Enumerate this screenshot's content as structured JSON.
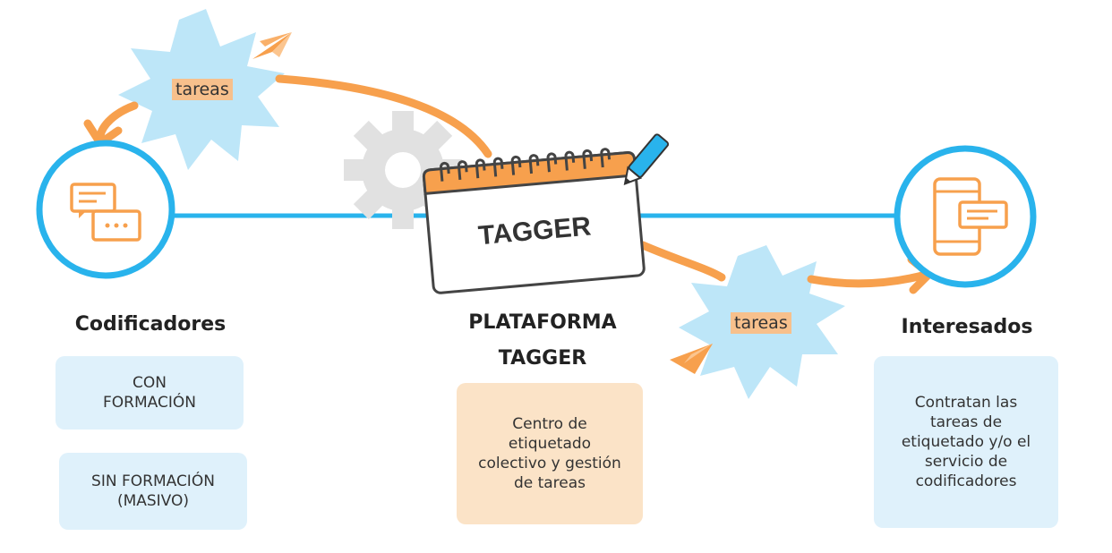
{
  "colors": {
    "blue": "#29b3ec",
    "orange": "#f7a04d",
    "light_blue": "#bde6f8",
    "box_blue": "#dff1fb",
    "box_orange": "#fbe3c7",
    "gear": "#e1e1e1"
  },
  "left_node": {
    "icon": "chat-bubbles-icon",
    "title": "Codificadores",
    "boxes": [
      "CON\nFORMACIÓN",
      "SIN FORMACIÓN\n(MASIVO)"
    ]
  },
  "center_node": {
    "notepad_label": "TAGGER",
    "title_line1": "PLATAFORMA",
    "title_line2": "TAGGER",
    "description": "Centro de\netiquetado\ncolectivo y gestión\nde tareas"
  },
  "right_node": {
    "icon": "mobile-phone-message-icon",
    "title": "Interesados",
    "description": "Contratan las\ntareas de\netiquetado y/o el\nservicio de\ncodificadores"
  },
  "flows": {
    "top_label": "tareas",
    "bottom_label": "tareas"
  }
}
